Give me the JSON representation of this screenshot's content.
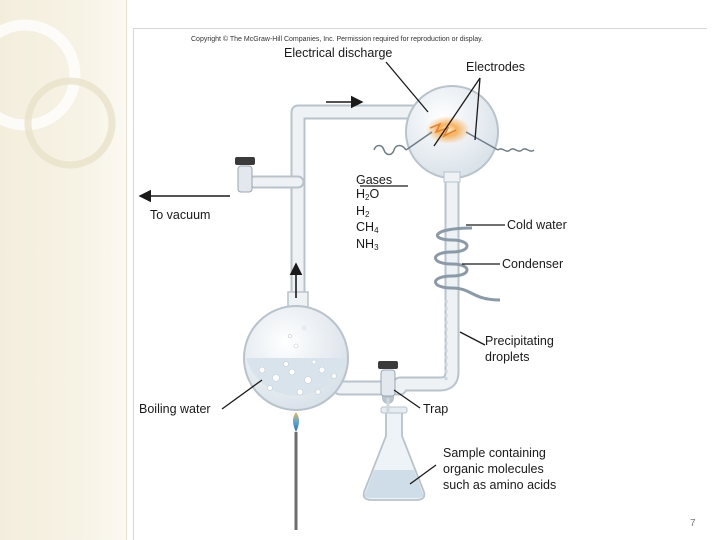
{
  "copyright": "Copyright © The McGraw-Hill Companies, Inc. Permission required for reproduction or display.",
  "labels": {
    "electrical_discharge": "Electrical discharge",
    "electrodes": "Electrodes",
    "gases_title": "Gases",
    "to_vacuum": "To vacuum",
    "cold_water": "Cold water",
    "condenser": "Condenser",
    "precipitating_line1": "Precipitating",
    "precipitating_line2": "droplets",
    "boiling_water": "Boiling water",
    "trap": "Trap",
    "sample_line1": "Sample containing",
    "sample_line2": "organic molecules",
    "sample_line3": "such as amino acids"
  },
  "gases": [
    {
      "base": "H",
      "sub": "2",
      "tail": "O"
    },
    {
      "base": "H",
      "sub": "2",
      "tail": ""
    },
    {
      "base": "CH",
      "sub": "4",
      "tail": ""
    },
    {
      "base": "NH",
      "sub": "3",
      "tail": ""
    }
  ],
  "page_number": "7",
  "colors": {
    "glass": "#e6ecf1",
    "glass_edge": "#b8c3cc",
    "coil": "#8a9aa8",
    "spark": "#f2a04a",
    "panel": "#f3eedc"
  }
}
